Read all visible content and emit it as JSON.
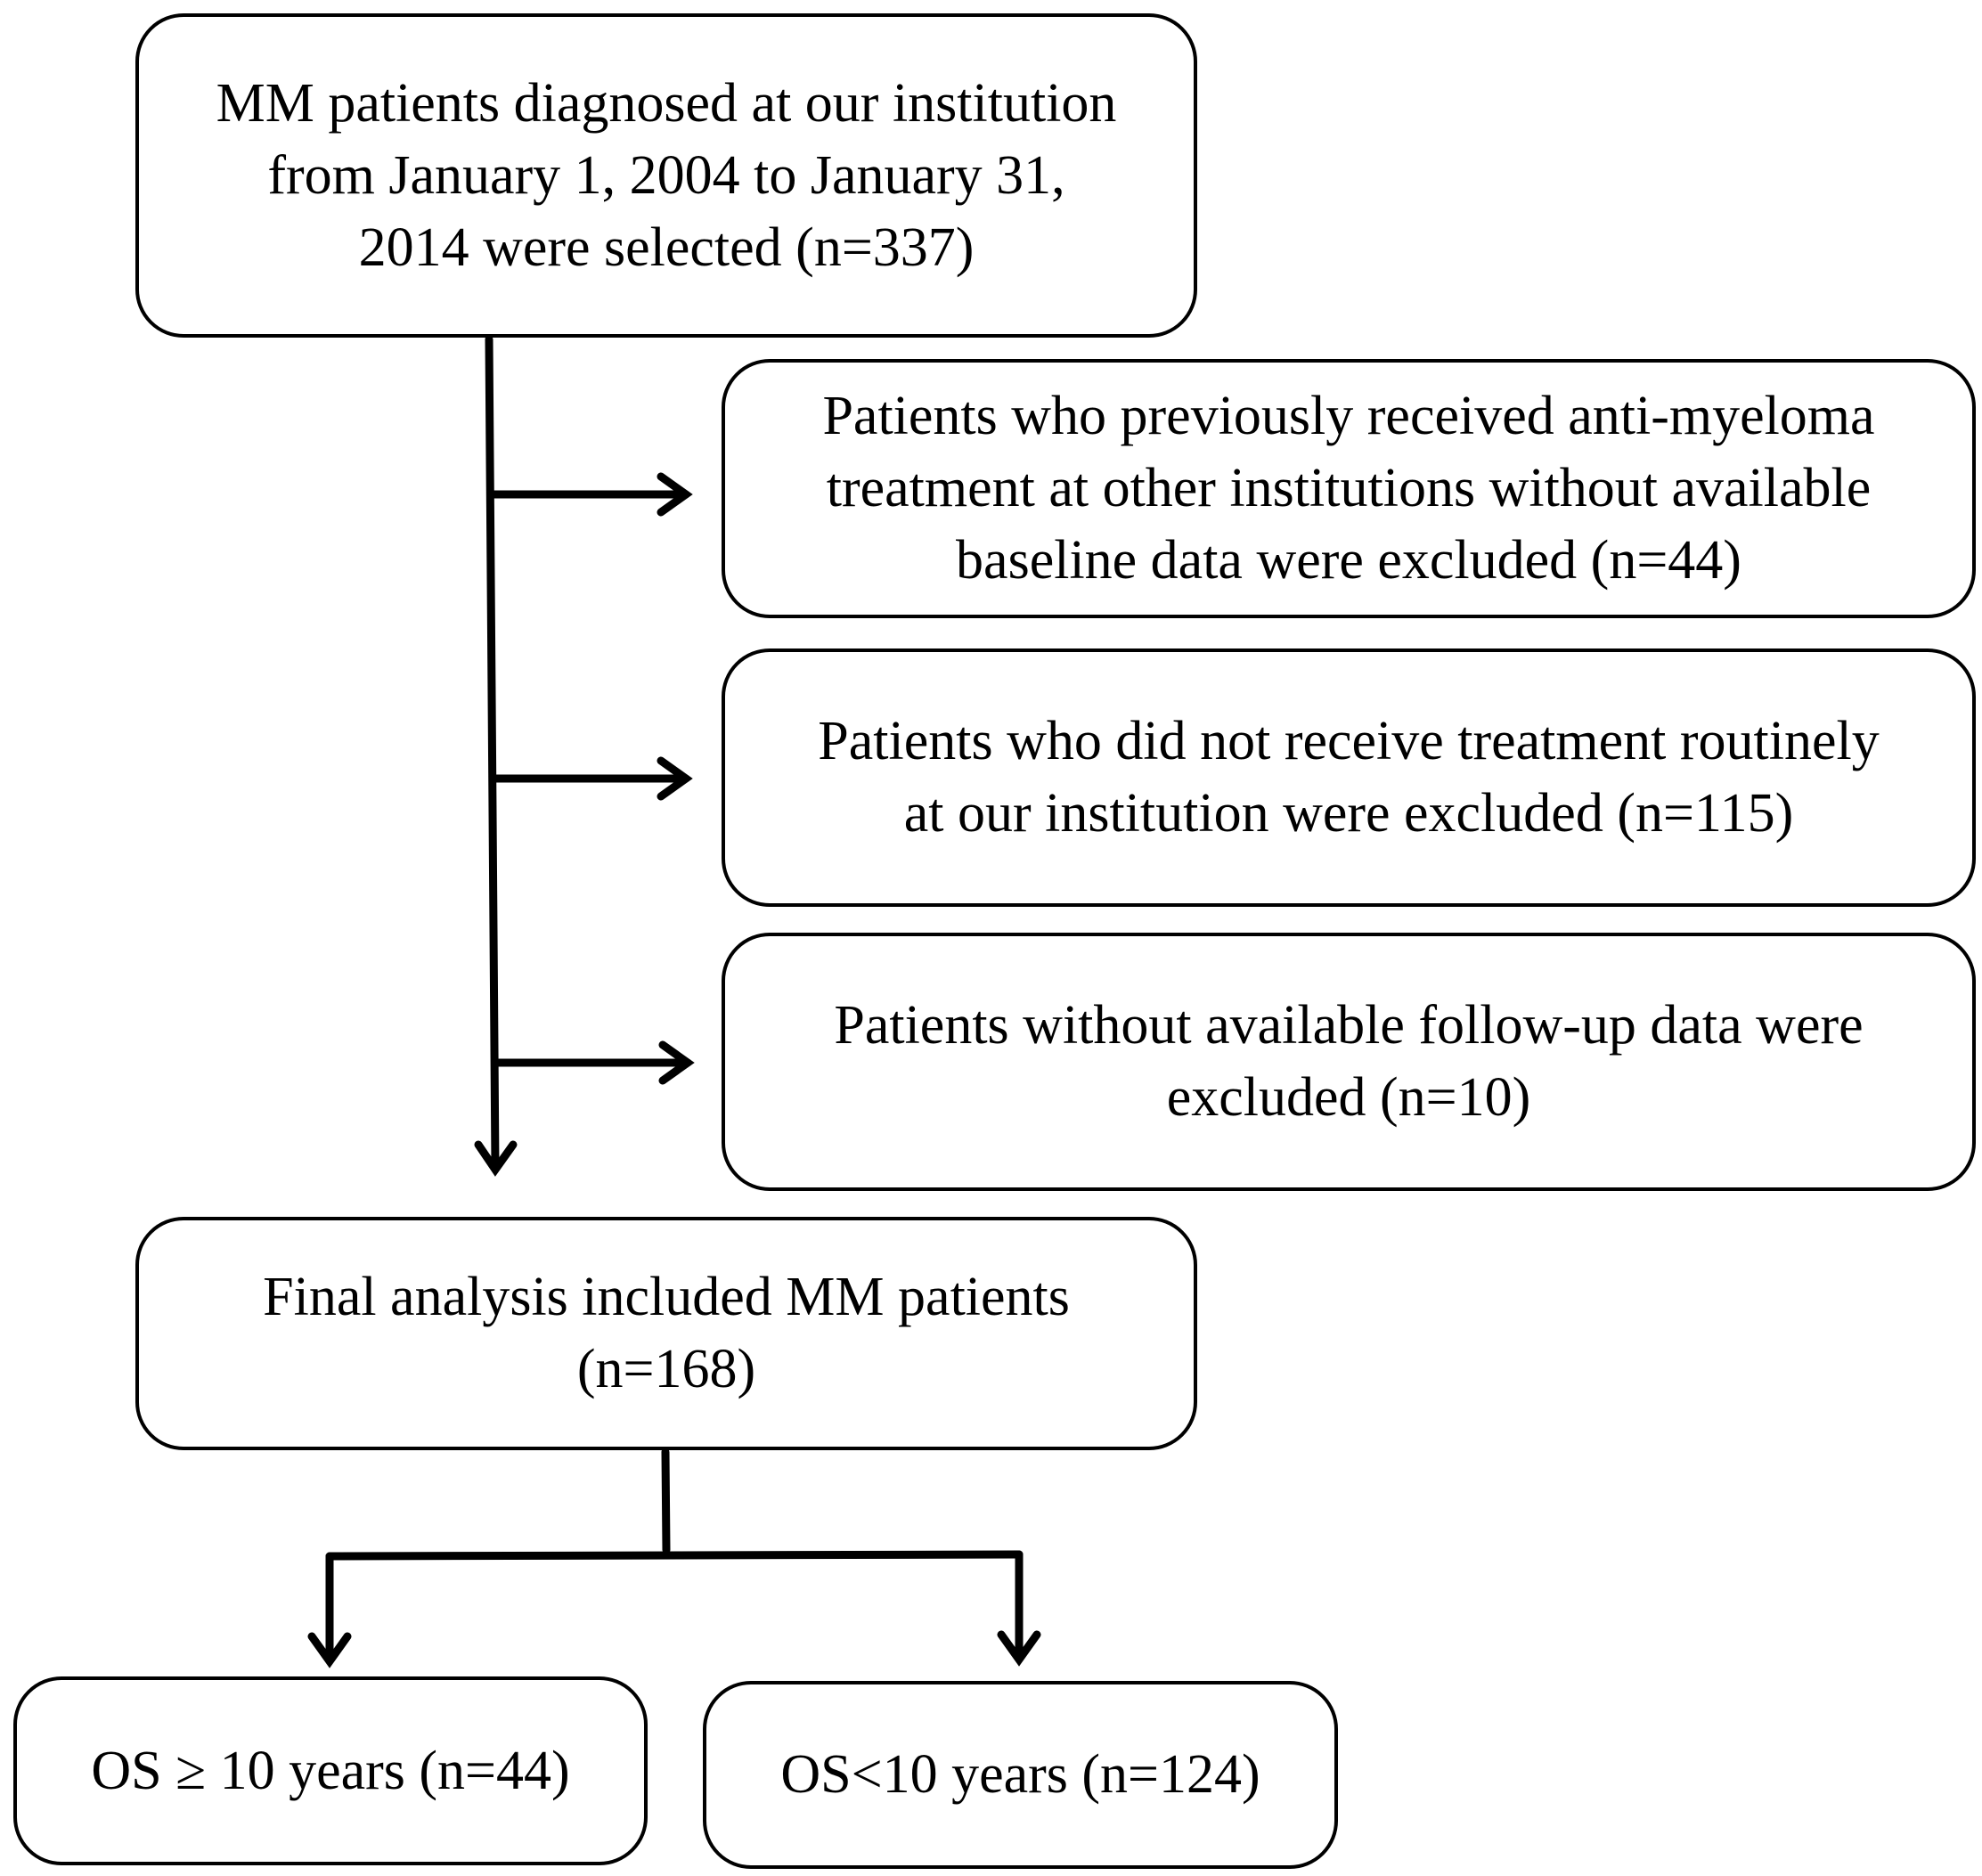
{
  "flowchart": {
    "selected": {
      "lines": [
        "MM patients diagnosed at our institution",
        "from January 1, 2004 to January 31,",
        "2014 were selected (n=337)"
      ]
    },
    "exclusions": [
      {
        "lines": [
          "Patients who previously received anti-myeloma",
          "treatment at other institutions without available",
          "baseline data were excluded (n=44)"
        ]
      },
      {
        "lines": [
          "Patients who did not receive treatment routinely",
          "at our institution were excluded (n=115)"
        ]
      },
      {
        "lines": [
          "Patients without available follow-up data were",
          "excluded (n=10)"
        ]
      }
    ],
    "final": {
      "lines": [
        "Final analysis included MM patients",
        "(n=168)"
      ]
    },
    "groups": [
      {
        "label": "OS ≥ 10 years (n=44)"
      },
      {
        "label": "OS<10 years (n=124)"
      }
    ]
  }
}
